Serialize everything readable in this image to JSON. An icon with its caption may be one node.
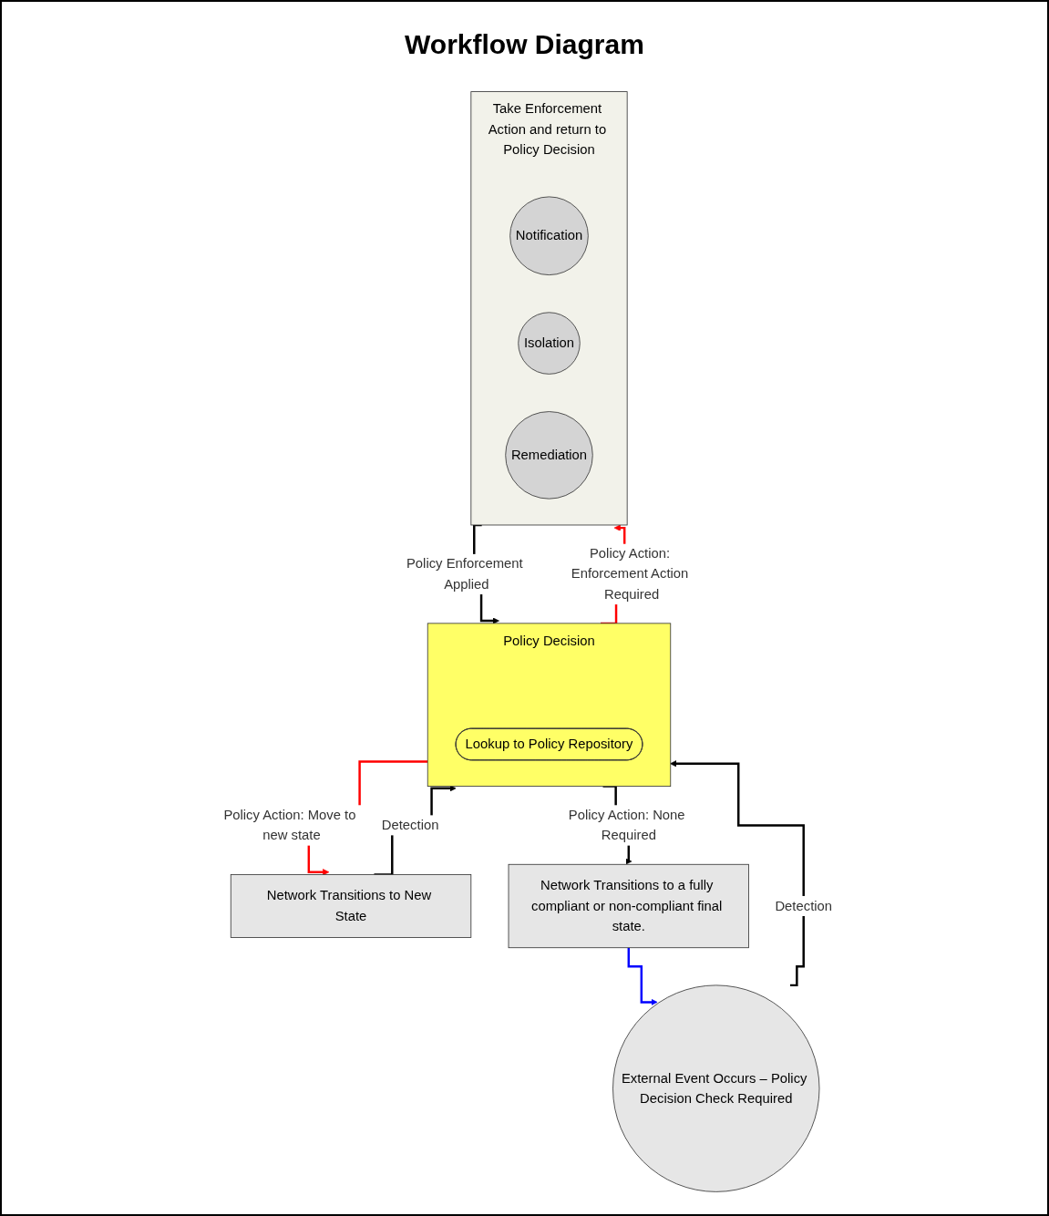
{
  "diagram": {
    "title": "Workflow Diagram",
    "nodes": [
      {
        "text": [
          "Network Transitions to New State"
        ]
      },
      {
        "text": [
          "External Event Occurs – Policy Decision Check Required"
        ]
      },
      {
        "text": [
          "Policy Decision"
        ]
      },
      {
        "text": [
          "Lookup to Policy Repository"
        ],
        "in": 2
      },
      {
        "text": [
          "Take Enforcement Action and return to Policy Decision"
        ]
      },
      {
        "text": [
          "Notification"
        ],
        "in": 4
      },
      {
        "text": [
          "Isolation"
        ],
        "in": 4
      },
      {
        "text": [
          "Remediation"
        ],
        "in": 4
      },
      {
        "text": [
          "Network Transitions to a fully compliant or non-compliant final state."
        ]
      }
    ],
    "edges": [
      {
        "from": 0,
        "to": 2,
        "arrow": "to",
        "label": "Detection"
      },
      {
        "from": 1,
        "to": 2,
        "arrow": "to",
        "label": "Detection"
      },
      {
        "from": 2,
        "to": 0,
        "arrow": "to",
        "label": "Policy Action: Move to new state",
        "color": "#ff0000"
      },
      {
        "from": 2,
        "to": 4,
        "arrow": "to",
        "label": "Policy Action: Enforcement Action Required",
        "color": "#ff0000"
      },
      {
        "from": 4,
        "to": 2,
        "arrow": "to",
        "label": "Policy Enforcement Applied"
      },
      {
        "from": 2,
        "to": 8,
        "arrow": "to",
        "label": "Policy Action: None Required"
      },
      {
        "from": 8,
        "to": 1,
        "arrow": "to",
        "color": "#0000ff"
      }
    ]
  }
}
